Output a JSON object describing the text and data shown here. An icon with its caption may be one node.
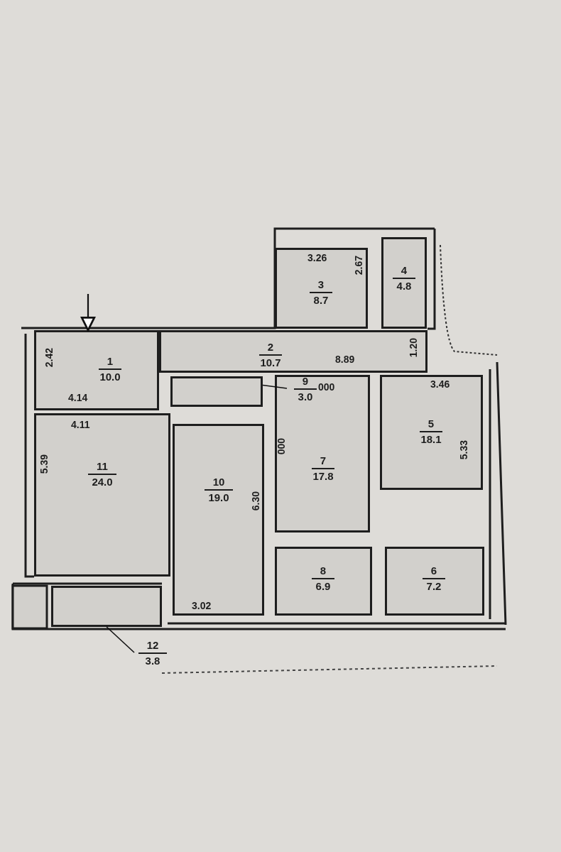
{
  "diagram": {
    "nodes": [
      {
        "text": [
          "3",
          "8.7"
        ]
      },
      {
        "text": [
          "4",
          "4.8"
        ]
      },
      {
        "text": [
          "1",
          "10.0"
        ]
      },
      {
        "text": [
          "2",
          "10.7"
        ]
      },
      {
        "text": [
          "9",
          "3.0"
        ],
        "in": 9
      },
      {
        "text": [],
        "shape": "box"
      },
      {
        "text": [
          "5",
          "18.1"
        ]
      },
      {
        "text": [
          "11",
          "24.0"
        ]
      },
      {
        "text": [
          "10",
          "19.0"
        ]
      },
      {
        "text": [
          "7",
          "17.8"
        ]
      },
      {
        "text": [
          "8",
          "6.9"
        ]
      },
      {
        "text": [
          "6",
          "7.2"
        ]
      },
      {
        "text": [],
        "shape": "box"
      },
      {
        "text": [
          "12",
          "3.8"
        ]
      }
    ],
    "edges": [
      {
        "from": null,
        "to": 2,
        "arrow": "to"
      },
      {
        "from": 4,
        "to": 5,
        "arrow": "none"
      },
      {
        "from": 13,
        "to": 12,
        "arrow": "none"
      }
    ],
    "labels": [
      "3.26",
      "2.67",
      "1.20",
      "2.42",
      "8.89",
      "4.14",
      "000",
      "3.46",
      "4.11",
      "5.33",
      "5.39",
      "000",
      "6.30",
      "3.02"
    ]
  }
}
